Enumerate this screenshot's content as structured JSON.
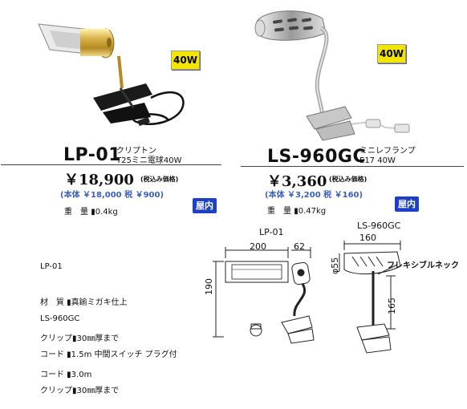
{
  "lp01": {
    "watt_badge": "40W",
    "model": "LP-01",
    "type_line1": "クリプトン",
    "type_line2": "T25ミニ電球40W",
    "price": "￥18,900",
    "tax_note": "(税込み価格)",
    "breakdown": "(本体 ￥18,000 税 ￥900)",
    "weight_label": "重　量",
    "weight_value": "0.4kg",
    "indoor_badge": "屋内"
  },
  "ls960gc": {
    "watt_badge": "40W",
    "model": "LS-960GC",
    "type_line1": "ミニレフランプ",
    "type_line2": "E17 40W",
    "price": "￥3,360",
    "tax_note": "(税込み価格)",
    "breakdown": "(本体 ￥3,200 税 ￥160)",
    "weight_label": "重　量",
    "weight_value": "0.47kg",
    "indoor_badge": "屋内"
  },
  "specs": {
    "lp01_title": "LP-01",
    "lp01_lines": [
      "材　質 ▮真鍮ミガキ仕上",
      "クリップ▮30㎜厚まで",
      "コード ▮3.0m"
    ],
    "ls960gc_title": "LS-960GC",
    "ls960gc_lines": [
      "コード ▮1.5m 中間スイッチ プラグ付",
      "クリップ▮30㎜厚まで"
    ]
  },
  "diagram_lp01": {
    "title": "LP-01",
    "dim_width": "200",
    "dim_side": "62",
    "dim_height": "190"
  },
  "diagram_ls960gc": {
    "title": "LS-960GC",
    "dim_width": "160",
    "dim_head": "φ55",
    "dim_neck": "165",
    "neck_label": "フレキシブルネック"
  }
}
